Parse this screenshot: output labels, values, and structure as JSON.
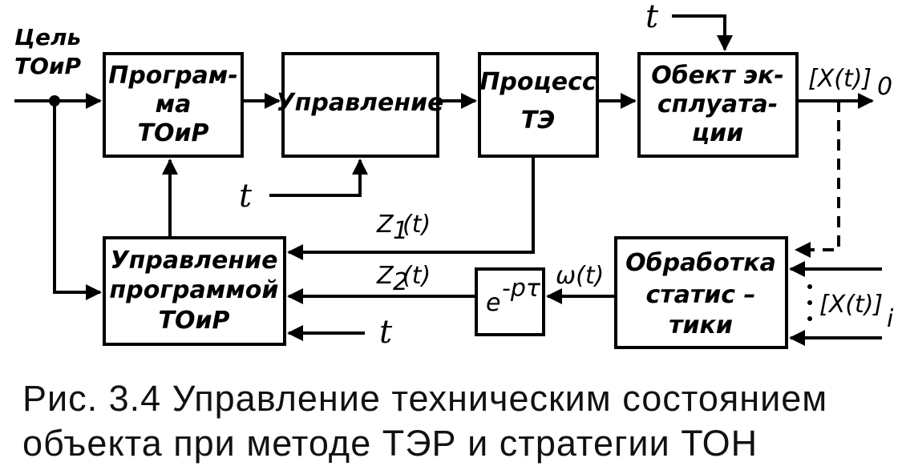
{
  "inputs": {
    "goal_line1": "Цель",
    "goal_line2": "ТОиР"
  },
  "blocks": {
    "program": [
      "Програм-",
      "ма",
      "ТОиР"
    ],
    "control": [
      "Управление"
    ],
    "process": [
      "Процесс",
      "ТЭ"
    ],
    "object": [
      "Обект эк-",
      "сплуата-",
      "ции"
    ],
    "program_control": [
      "Управление",
      "программой",
      "ТОиР"
    ],
    "delay": "e",
    "delay_exp": "-pτ",
    "statistics": [
      "Обработка",
      "статис –",
      "тики"
    ]
  },
  "signals": {
    "t": "t",
    "z1": "Z",
    "z1_sub": "1",
    "z1_arg": "(t)",
    "z2": "Z",
    "z2_sub": "2",
    "z2_arg": "(t)",
    "omega": "ω(t)",
    "x0": "[X(t)]",
    "x0_sub": "0",
    "xi": "[X(t)]",
    "xi_sub": "i"
  },
  "caption": {
    "line1": "Рис. 3.4 Управление техническим состоянием",
    "line2": "объекта при методе ТЭР и стратегии ТОН"
  }
}
